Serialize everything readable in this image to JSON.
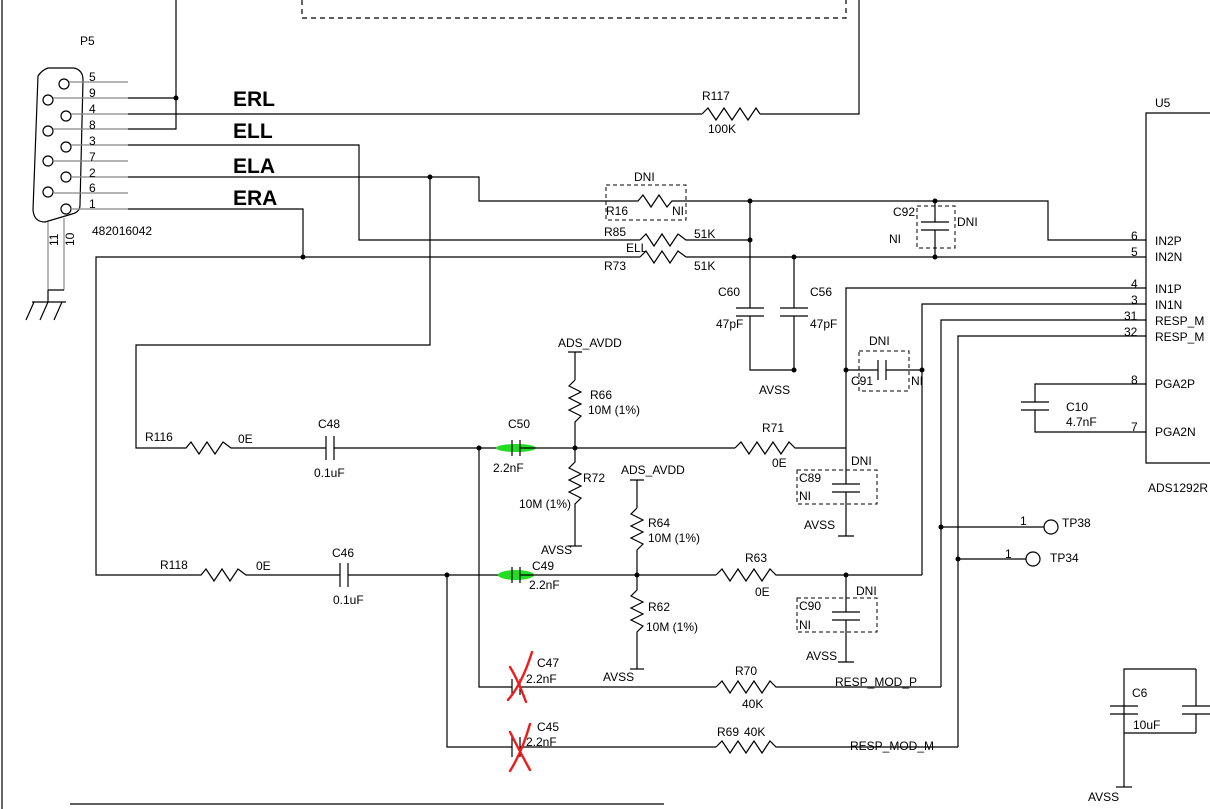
{
  "connector": {
    "ref": "P5",
    "part": "482016042",
    "pins": {
      "p5": "5",
      "p9": "9",
      "p4": "4",
      "p8": "8",
      "p3": "3",
      "p7": "7",
      "p2": "2",
      "p6": "6",
      "p1": "1",
      "p11": "11",
      "p10": "10"
    }
  },
  "nets": {
    "erl": "ERL",
    "ell": "ELL",
    "ela": "ELA",
    "era": "ERA",
    "ell_small": "ELL",
    "resp_p": "RESP_MOD_P",
    "resp_m": "RESP_MOD_M"
  },
  "power": {
    "ads_avdd_1": "ADS_AVDD",
    "ads_avdd_2": "ADS_AVDD",
    "avss": [
      "AVSS",
      "AVSS",
      "AVSS",
      "AVSS",
      "AVSS",
      "AVSS"
    ]
  },
  "resistors": {
    "r117": {
      "ref": "R117",
      "value": "100K"
    },
    "r16": {
      "ref": "R16",
      "value": "NI"
    },
    "r85": {
      "ref": "R85",
      "value": "51K"
    },
    "r73": {
      "ref": "R73",
      "value": "51K"
    },
    "r116": {
      "ref": "R116",
      "value": "0E"
    },
    "r118": {
      "ref": "R118",
      "value": "0E"
    },
    "r66": {
      "ref": "R66",
      "value": "10M (1%)"
    },
    "r72": {
      "ref": "R72",
      "value": "10M (1%)"
    },
    "r64": {
      "ref": "R64",
      "value": "10M (1%)"
    },
    "r62": {
      "ref": "R62",
      "value": "10M (1%)"
    },
    "r71": {
      "ref": "R71",
      "value": "0E"
    },
    "r63": {
      "ref": "R63",
      "value": "0E"
    },
    "r70": {
      "ref": "R70",
      "value": "40K"
    },
    "r69": {
      "ref": "R69",
      "value": "40K"
    }
  },
  "capacitors": {
    "c48": {
      "ref": "C48",
      "value": "0.1uF"
    },
    "c46": {
      "ref": "C46",
      "value": "0.1uF"
    },
    "c50": {
      "ref": "C50",
      "value": "2.2nF"
    },
    "c49": {
      "ref": "C49",
      "value": "2.2nF"
    },
    "c47": {
      "ref": "C47",
      "value": "2.2nF"
    },
    "c45": {
      "ref": "C45",
      "value": "2.2nF"
    },
    "c60": {
      "ref": "C60",
      "value": "47pF"
    },
    "c56": {
      "ref": "C56",
      "value": "47pF"
    },
    "c92": {
      "ref": "C92",
      "value": "NI"
    },
    "c91": {
      "ref": "C91",
      "value": "NI"
    },
    "c89": {
      "ref": "C89",
      "value": "NI"
    },
    "c90": {
      "ref": "C90",
      "value": "NI"
    },
    "c10": {
      "ref": "C10",
      "value": "4.7nF"
    },
    "c6": {
      "ref": "C6",
      "value": "10uF"
    }
  },
  "dni_labels": [
    "DNI",
    "DNI",
    "DNI",
    "DNI",
    "DNI"
  ],
  "ic": {
    "ref": "U5",
    "part": "ADS1292R",
    "pins": [
      {
        "num": "6",
        "name": "IN2P"
      },
      {
        "num": "5",
        "name": "IN2N"
      },
      {
        "num": "4",
        "name": "IN1P"
      },
      {
        "num": "3",
        "name": "IN1N"
      },
      {
        "num": "31",
        "name": "RESP_M"
      },
      {
        "num": "32",
        "name": "RESP_M"
      },
      {
        "num": "8",
        "name": "PGA2P"
      },
      {
        "num": "7",
        "name": "PGA2N"
      }
    ]
  },
  "testpoints": [
    {
      "ref": "TP38",
      "pin": "1"
    },
    {
      "ref": "TP34",
      "pin": "1"
    }
  ],
  "annotations": {
    "highlight_color": "#22dd22",
    "cross_color": "#ee1c1c",
    "highlighted": [
      "C50",
      "C49"
    ],
    "crossed_out": [
      "C47",
      "C45"
    ]
  }
}
